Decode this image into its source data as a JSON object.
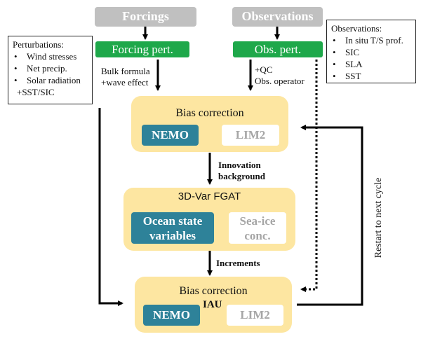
{
  "inputs": {
    "forcings": "Forcings",
    "observations": "Observations",
    "forcing_pert": "Forcing pert.",
    "obs_pert": "Obs. pert."
  },
  "perturbations_note": {
    "title": "Perturbations:",
    "items": [
      "Wind stresses",
      "Net precip.",
      "Solar radiation"
    ],
    "extra": "+SST/SIC"
  },
  "observations_note": {
    "title": "Observations:",
    "items": [
      "In situ T/S prof.",
      "SIC",
      "SLA",
      "SST"
    ]
  },
  "edge_labels": {
    "bulk_formula": "Bulk formula",
    "wave_effect": "+wave effect",
    "qc": "+QC",
    "obs_operator": "Obs. operator",
    "innovation": "Innovation",
    "background": "background",
    "increments": "Increments",
    "iau": "IAU",
    "restart": "Restart to next cycle"
  },
  "bias_correction_top": {
    "title": "Bias correction",
    "ocean_model": "NEMO",
    "ice_model": "LIM2"
  },
  "assimilation": {
    "title": "3D-Var FGAT",
    "ocean_line1": "Ocean state",
    "ocean_line2": "variables",
    "ice_line1": "Sea-ice",
    "ice_line2": "conc."
  },
  "bias_correction_bottom": {
    "title": "Bias correction",
    "ocean_model": "NEMO",
    "ice_model": "LIM2"
  },
  "colors": {
    "input_gray": "#c0c0c0",
    "perturb_green": "#1ea84a",
    "stage_yellow": "#fde6a1",
    "ocean_teal": "#2e8299",
    "ice_gray_text": "#a6a6a6"
  }
}
